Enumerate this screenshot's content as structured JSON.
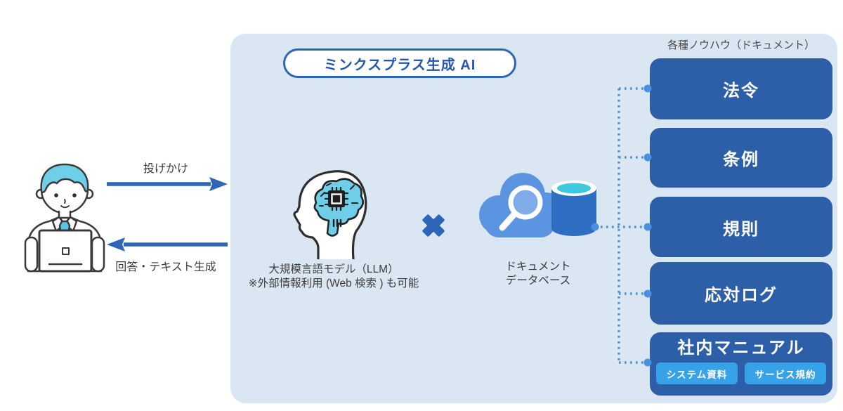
{
  "badge": {
    "label": "ミンクスプラス生成 AI"
  },
  "flow": {
    "request_label": "投げかけ",
    "response_label": "回答・テキスト生成"
  },
  "llm": {
    "caption": "大規模言語モデル（LLM）",
    "note": "※外部情報利用 (Web 検索 ) も可能"
  },
  "database": {
    "caption_line1": "ドキュメント",
    "caption_line2": "データベース"
  },
  "knowledge": {
    "heading": "各種ノウハウ（ドキュメント）",
    "items": [
      {
        "label": "法令"
      },
      {
        "label": "条例"
      },
      {
        "label": "規則"
      },
      {
        "label": "応対ログ"
      },
      {
        "label": "社内マニュアル",
        "sub_items": [
          {
            "label": "システム資料"
          },
          {
            "label": "サービス規約"
          }
        ]
      }
    ]
  },
  "icons": {
    "user-illustration": "person with laptop",
    "llm-brain-icon": "head profile with circuit brain and cpu chip",
    "multiply-icon": "✖",
    "cloud-search-icon": "cloud with magnifying glass",
    "database-cylinder-icon": "database cylinder",
    "connector-dots-icon": "dotted connector lines with endpoint dots"
  },
  "colors": {
    "panel_bg": "#DAE7F3",
    "primary_blue": "#2D66B8",
    "box_blue": "#2D5FA9",
    "bright_blue": "#36A3E9",
    "cloud_blue": "#5B95E2",
    "cylinder_blue": "#2E6FC4",
    "cyan": "#3EC9DE",
    "connector_blue": "#4A90E2",
    "hair_blue": "#6FCFE8"
  }
}
